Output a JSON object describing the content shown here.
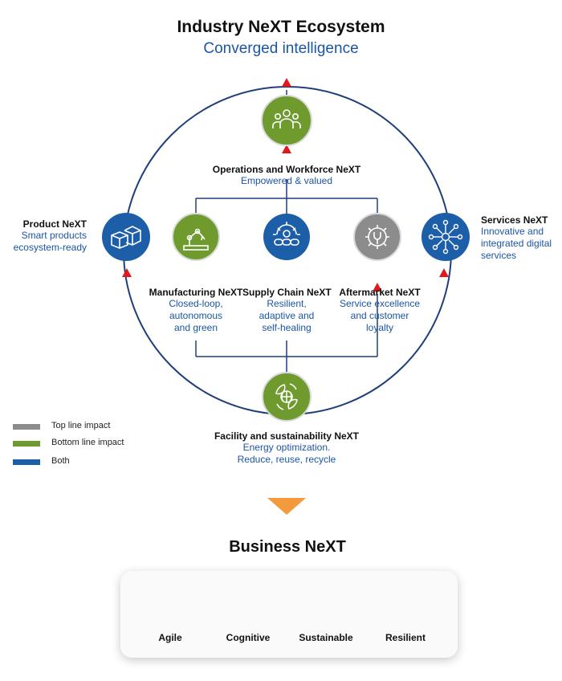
{
  "header": {
    "title": "Industry NeXT Ecosystem",
    "subtitle": "Converged intelligence"
  },
  "nodes": {
    "operations": {
      "title": "Operations and Workforce NeXT",
      "subtitle": "Empowered & valued",
      "color": "#6e9a2e",
      "icon": "people-group-icon"
    },
    "product": {
      "title": "Product NeXT",
      "subtitle_1": "Smart products",
      "subtitle_2": "ecosystem-ready",
      "color": "#1c5ea8",
      "icon": "boxes-icon"
    },
    "manufacturing": {
      "title": "Manufacturing NeXT",
      "subtitle_1": "Closed-loop,",
      "subtitle_2": "autonomous",
      "subtitle_3": "and green",
      "color": "#6e9a2e",
      "icon": "robot-arm-icon"
    },
    "supply_chain": {
      "title": "Supply Chain NeXT",
      "subtitle_1": "Resilient,",
      "subtitle_2": "adaptive and",
      "subtitle_3": "self-healing",
      "color": "#1c5ea8",
      "icon": "gear-chain-icon"
    },
    "aftermarket": {
      "title": "Aftermarket NeXT",
      "subtitle_1": "Service excellence",
      "subtitle_2": "and customer",
      "subtitle_3": "loyalty",
      "color": "#8c8c8c",
      "icon": "gear-wrench-icon"
    },
    "services": {
      "title": "Services NeXT",
      "subtitle_1": "Innovative and",
      "subtitle_2": "integrated digital",
      "subtitle_3": "services",
      "color": "#1c5ea8",
      "icon": "network-hub-icon"
    },
    "facility": {
      "title": "Facility and sustainability NeXT",
      "subtitle_1": "Energy optimization.",
      "subtitle_2": "Reduce, reuse, recycle",
      "color": "#6e9a2e",
      "icon": "globe-leaves-icon"
    }
  },
  "legend": [
    {
      "label": "Top line impact",
      "color": "#8c8c8c"
    },
    {
      "label": "Bottom line impact",
      "color": "#6e9a2e"
    },
    {
      "label": "Both",
      "color": "#1c5ea8"
    }
  ],
  "business": {
    "title": "Business NeXT",
    "items": [
      {
        "label": "Agile",
        "icon": "clock-gear-icon"
      },
      {
        "label": "Cognitive",
        "icon": "brain-head-icon"
      },
      {
        "label": "Sustainable",
        "icon": "hands-globe-icon"
      },
      {
        "label": "Resilient",
        "icon": "stack-arrow-icon"
      }
    ],
    "color": "#1b4482"
  },
  "colors": {
    "ring": "#1f3f7a",
    "arrow": "#e0191e",
    "transition_arrow": "#f39a3c"
  }
}
